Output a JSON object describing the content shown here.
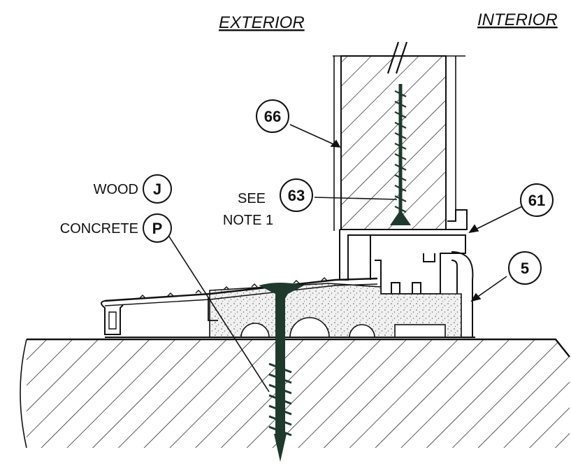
{
  "headers": {
    "exterior": "EXTERIOR",
    "interior": "INTERIOR"
  },
  "callouts": {
    "c66": "66",
    "c63": "63",
    "c61": "61",
    "c5": "5",
    "cJ": "J",
    "cP": "P"
  },
  "labels": {
    "wood": "WOOD",
    "concrete": "CONCRETE",
    "see_line1": "SEE",
    "see_line2": "NOTE 1"
  },
  "colors": {
    "line": "#111111",
    "screw": "#1f3a2c",
    "sealant": "#e9e9e9"
  }
}
